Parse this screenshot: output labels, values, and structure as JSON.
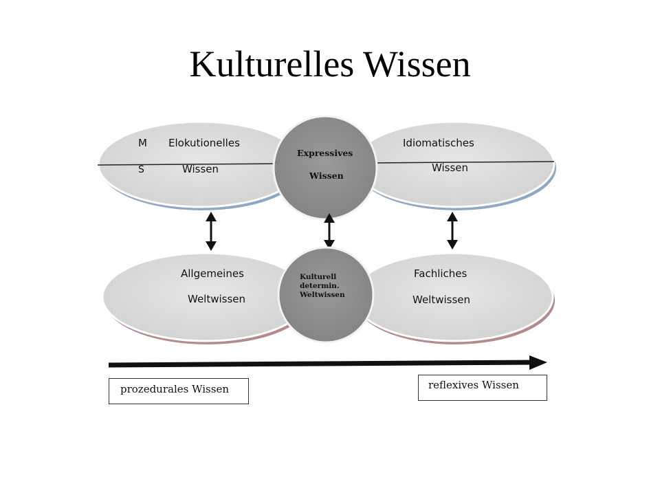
{
  "title": "Kulturelles Wissen",
  "top_row": {
    "left": {
      "marker_top": "M",
      "marker_bottom": "S",
      "line1": "Elokutionelles",
      "line2": "Wissen"
    },
    "center": {
      "line1": "Expressives",
      "line2": "Wissen"
    },
    "right": {
      "line1": "Idiomatisches",
      "line2": "Wissen"
    }
  },
  "bottom_row": {
    "left": {
      "line1": "Allgemeines",
      "line2": "Weltwissen"
    },
    "center": {
      "line1": "Kulturell",
      "line2": "determin.",
      "line3": "Weltwissen"
    },
    "right": {
      "line1": "Fachliches",
      "line2": "Weltwissen"
    }
  },
  "axis": {
    "left_label": "prozedurales Wissen",
    "right_label": "reflexives Wissen"
  },
  "colors": {
    "ellipse_fill": "#dcdcdc",
    "center_fill": "#8f8f8f",
    "top_shadow": "#8fa6c4",
    "bottom_shadow": "#b48a8a"
  }
}
